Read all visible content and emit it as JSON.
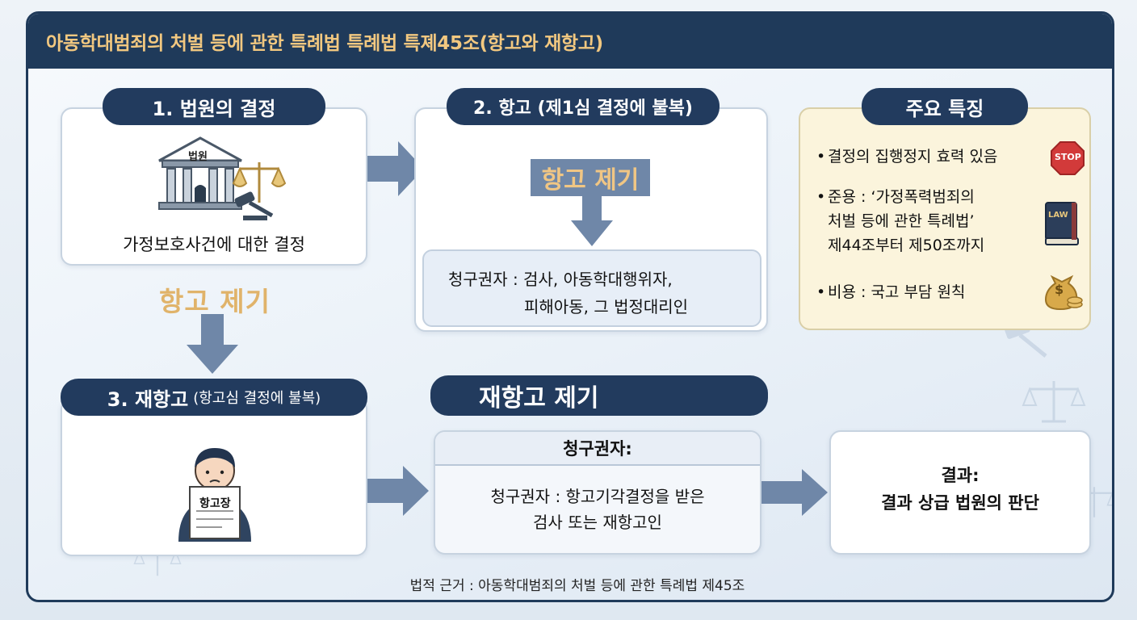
{
  "title": "아동학대범죄의 처벌 등에 관한 특례법 특례법 특졔45조(항고와 재항고)",
  "step1": {
    "pill": "1. 법원의 결정",
    "court_sign": "법원",
    "caption": "가정보호사건에 대한 결정"
  },
  "step2": {
    "pill": "2. 항고 (제1심 결정에 불복)",
    "filing": "항고 제기",
    "claimants_line1": "청구권자 : 검사, 아동학대행위자,",
    "claimants_line2": "피해아동, 그 법정대리인"
  },
  "left_filing": "항고 제기",
  "features": {
    "pill": "주요 특징",
    "item1": "결정의 집행정지 효력 있음",
    "item2_line1": "준용 : ‘가정폭력범죄의",
    "item2_line2": "처벌 등에 관한 특례법’",
    "item2_line3": "제44조부터 제50조까지",
    "item3": "비용 : 국고 부담 원칙",
    "stop_text": "STOP",
    "law_text": "LAW",
    "money_text": "$"
  },
  "step3": {
    "pill_main": "3. 재항고",
    "pill_sub": "(항고심 결정에 불복)",
    "paper_label": "항고장"
  },
  "refiling": {
    "pill": "재항고 제기",
    "header": "청구권자:",
    "line1": "청구권자 : 항고기각결정을 받은",
    "line2": "검사 또는 재항고인"
  },
  "result": {
    "line1": "결과:",
    "line2": "결과 상급 법원의 판단"
  },
  "legal_basis": "법적 근거 : 아동학대범죄의 처벌 등에 관한 특례법 제45조",
  "colors": {
    "navy": "#1f3a5a",
    "gold": "#e0b36a",
    "arrow": "#6f87a8",
    "feature_bg": "#fbf4dc"
  }
}
